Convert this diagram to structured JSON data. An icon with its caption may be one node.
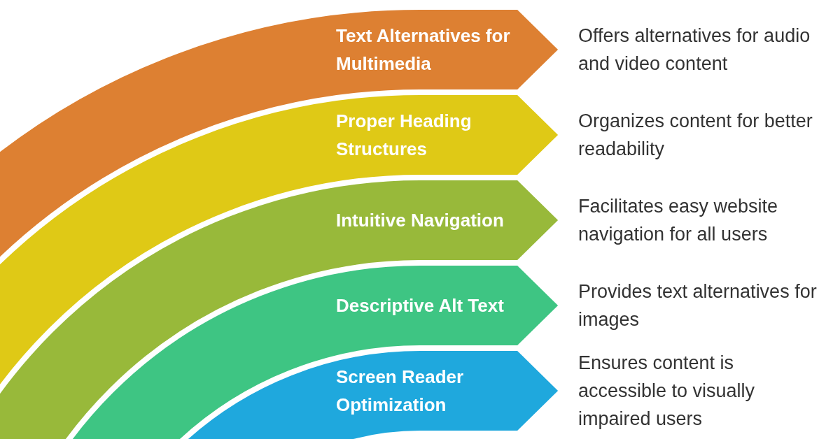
{
  "diagram": {
    "nodes": [
      {
        "text": [
          "Text Alternatives for Multimedia"
        ],
        "beside": [
          "Offers alternatives for audio and video content"
        ]
      },
      {
        "text": [
          "Proper Heading Structures"
        ],
        "beside": [
          "Organizes content for better readability"
        ]
      },
      {
        "text": [
          "Intuitive Navigation"
        ],
        "beside": [
          "Facilitates easy website navigation for all users"
        ]
      },
      {
        "text": [
          "Descriptive Alt Text"
        ],
        "beside": [
          "Provides text alternatives for images"
        ]
      },
      {
        "text": [
          "Screen Reader Optimization"
        ],
        "beside": [
          "Ensures content is accessible to visually impaired users"
        ]
      }
    ]
  }
}
